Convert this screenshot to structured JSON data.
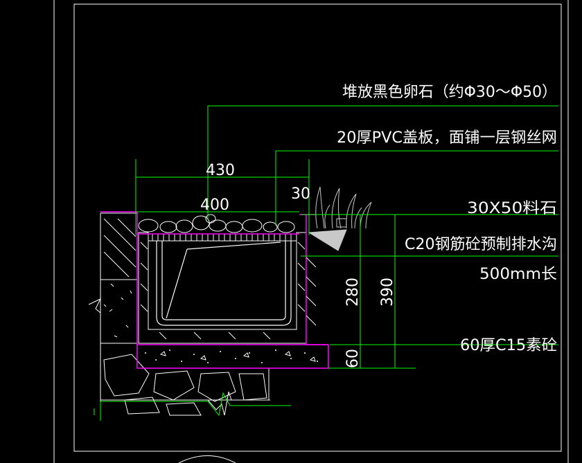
{
  "drawing": {
    "colors": {
      "background": "#000000",
      "frame": "#ffffff",
      "leader": "#00ff00",
      "outline": "#ff00ff",
      "structure": "#ffffff",
      "text": "#ffffff",
      "gravel_fill": "#ffffff",
      "grass_fill": "#c8c8c8"
    },
    "annotations": {
      "pebbles": "堆放黑色卵石（约Φ30～Φ50）",
      "cover": "20厚PVC盖板，面铺一层钢丝网",
      "edge_stone": "30X50料石",
      "channel": "C20钢筋砼预制排水沟",
      "length": "500mm长",
      "base": "60厚C15素砼"
    },
    "dimensions": {
      "overall_width": "430",
      "inner_width": "400",
      "rim": "30",
      "inner_depth": "280",
      "total_depth": "390",
      "base_thickness": "60"
    }
  }
}
